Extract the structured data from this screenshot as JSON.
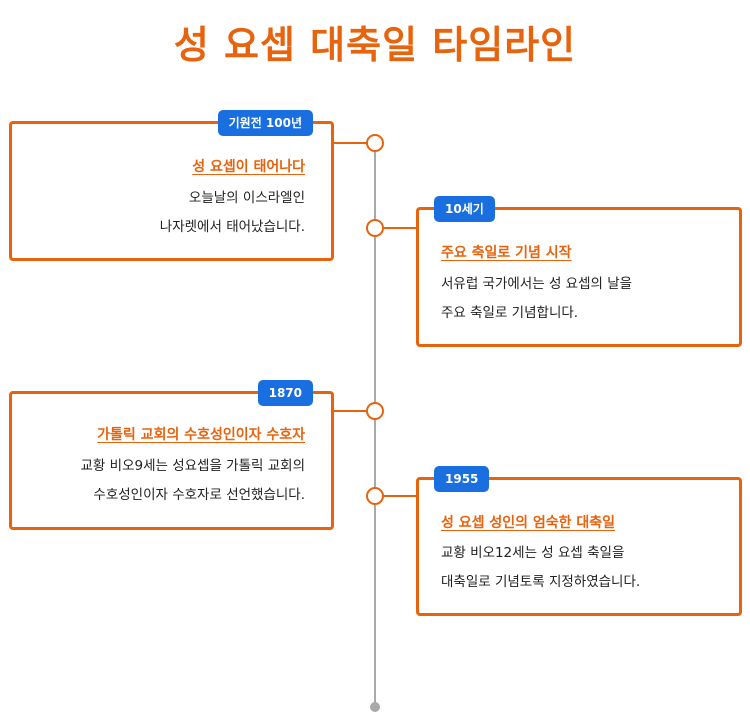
{
  "title": "성 요셉 대축일 타임라인",
  "events": [
    {
      "badge": "기원전 100년",
      "title": "성 요셉이 태어나다",
      "body_line1": "오늘날의 이스라엘인",
      "body_line2": "나자렛에서 태어났습니다."
    },
    {
      "badge": "10세기",
      "title": "주요 축일로 기념 시작",
      "body_line1": "서유럽 국가에서는 성 요셉의 날을",
      "body_line2": "주요 축일로 기념합니다."
    },
    {
      "badge": "1870",
      "title": "가톨릭 교회의 수호성인이자 수호자",
      "body_line1": "교황 비오9세는 성요셉을 가톨릭 교회의",
      "body_line2": "수호성인이자 수호자로 선언했습니다."
    },
    {
      "badge": "1955",
      "title": "성 요셉 성인의 엄숙한 대축일",
      "body_line1": "교황 비오12세는 성  요셉 축일을",
      "body_line2": "대축일로 기념토록 지정하였습니다."
    }
  ],
  "colors": {
    "accent": "#e8630d",
    "badge": "#1a6fe0",
    "line": "#a9a9a9",
    "text": "#222222"
  }
}
